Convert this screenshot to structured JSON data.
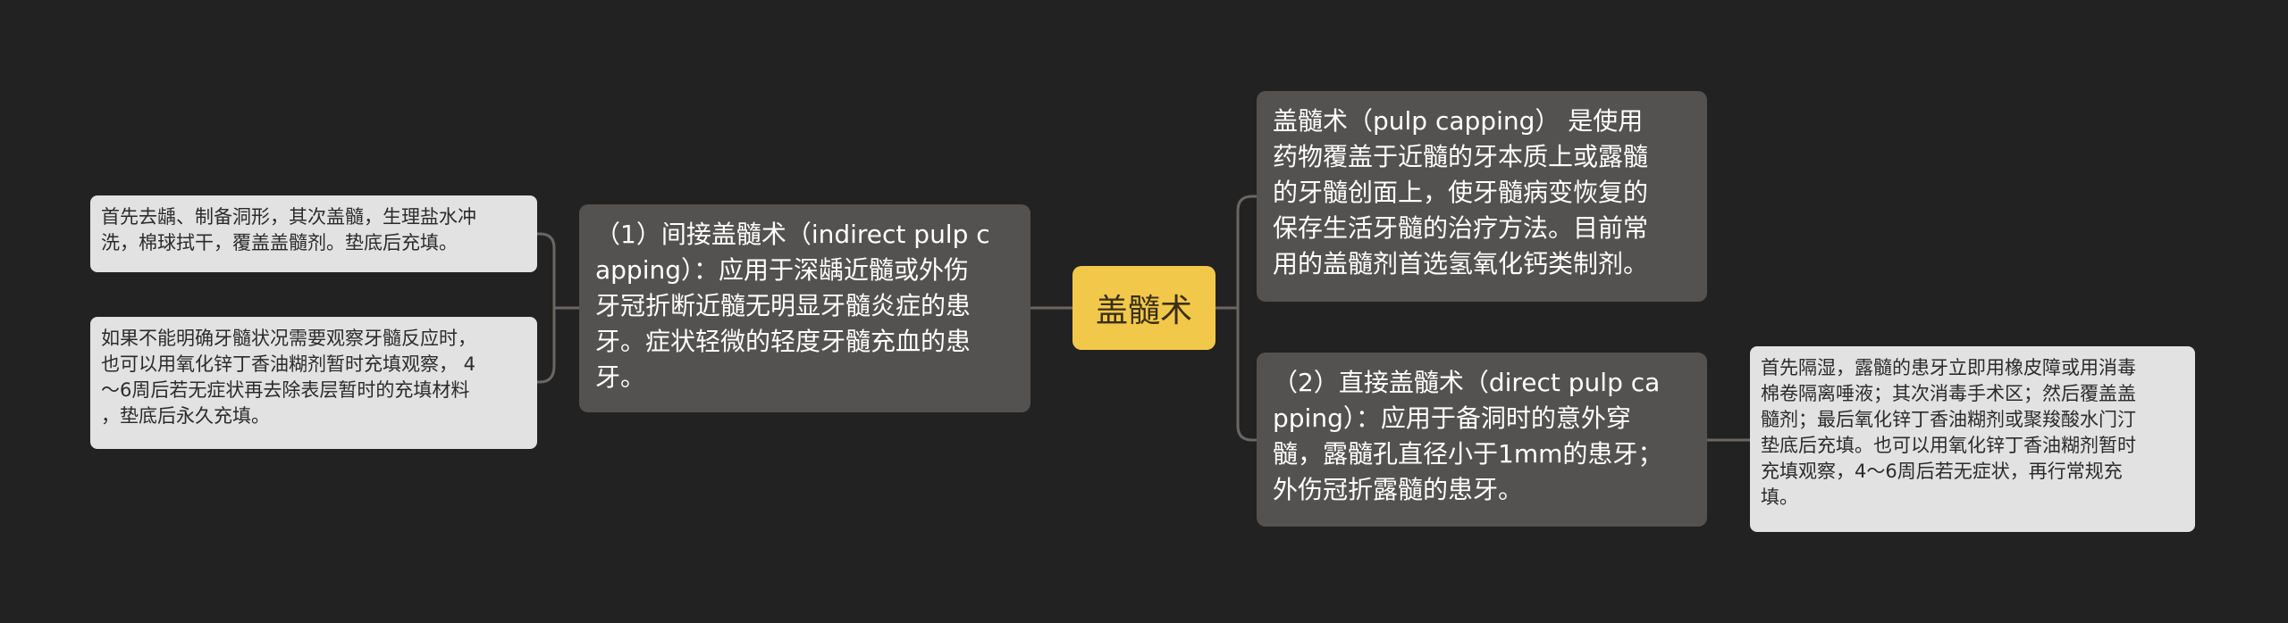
{
  "mindmap": {
    "root": "盖髓术",
    "definition": "盖髓术（pulp capping） 是使用\n药物覆盖于近髓的牙本质上或露髓\n的牙髓创面上，使牙髓病变恢复的\n保存生活牙髓的治疗方法。目前常\n用的盖髓剂首选氢氧化钙类制剂。",
    "indirect": {
      "text": "（1）间接盖髓术（indirect pulp c\napping）：应用于深龋近髓或外伤\n牙冠折断近髓无明显牙髓炎症的患\n牙。症状轻微的轻度牙髓充血的患\n牙。",
      "steps": "首先去龋、制备洞形，其次盖髓，生理盐水冲\n洗，棉球拭干，覆盖盖髓剂。垫底后充填。",
      "observation": "如果不能明确牙髓状况需要观察牙髓反应时，\n也可以用氧化锌丁香油糊剂暂时充填观察，  4\n～6周后若无症状再去除表层暂时的充填材料\n，垫底后永久充填。"
    },
    "direct": {
      "text": "（2）直接盖髓术（direct pulp ca\npping）：应用于备洞时的意外穿\n髓，露髓孔直径小于1mm的患牙；\n外伤冠折露髓的患牙。",
      "steps": "首先隔湿，露髓的患牙立即用橡皮障或用消毒\n棉卷隔离唾液；其次消毒手术区；然后覆盖盖\n髓剂；最后氧化锌丁香油糊剂或聚羧酸水门汀\n垫底后充填。也可以用氧化锌丁香油糊剂暂时\n充填观察，4～6周后若无症状，再行常规充\n填。"
    }
  },
  "colors": {
    "background": "#222222",
    "root_fill": "#f2c84b",
    "branch_fill": "#545250",
    "leaf_fill": "#e2e2e2",
    "edge": "#6a6762"
  }
}
